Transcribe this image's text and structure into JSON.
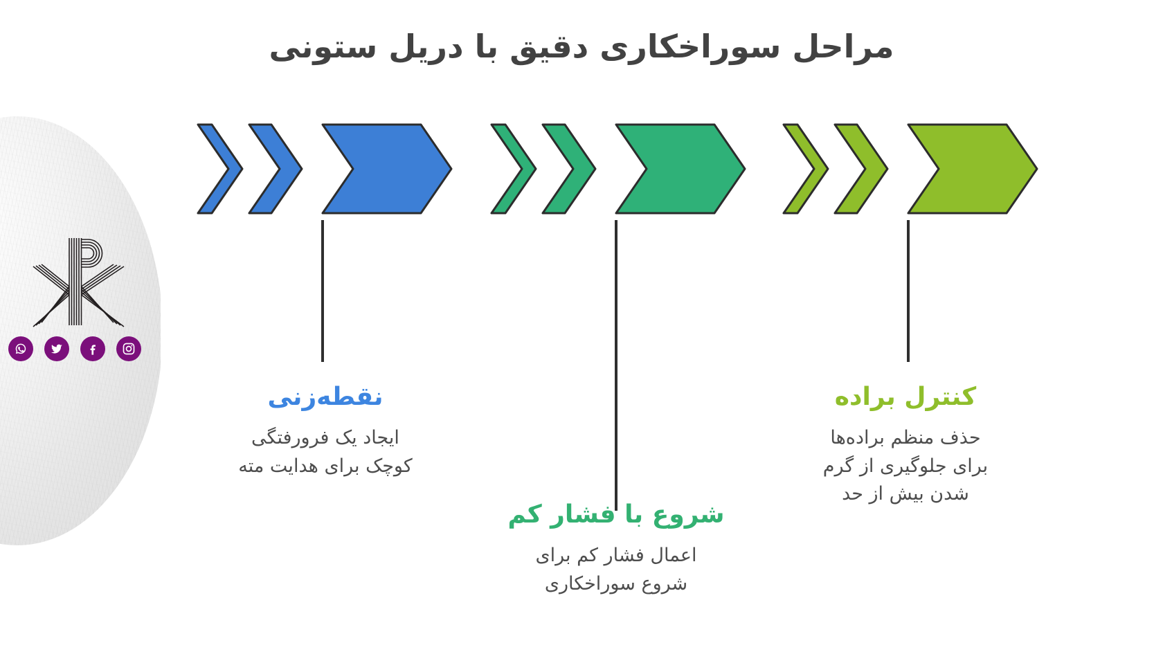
{
  "page": {
    "title": "مراحل سوراخکاری دقیق با دریل ستونی",
    "background_color": "#ffffff",
    "title_color": "#424242",
    "direction": "rtl"
  },
  "brand": {
    "logo_name": "kp-monogram-logo",
    "logo_color": "#231f20",
    "social_icon_color": "#7b0f7b",
    "social": [
      {
        "name": "instagram-icon",
        "label": "Instagram"
      },
      {
        "name": "facebook-icon",
        "label": "Facebook"
      },
      {
        "name": "twitter-icon",
        "label": "Twitter"
      },
      {
        "name": "whatsapp-icon",
        "label": "WhatsApp"
      }
    ]
  },
  "steps": [
    {
      "id": "step-1",
      "title": "نقطه‌زنی",
      "color": "#3d85e0",
      "desc_lines": [
        "ایجاد یک فرورفتگی",
        "کوچک برای هدایت مته"
      ]
    },
    {
      "id": "step-2",
      "title": "شروع با فشار کم",
      "color": "#33b172",
      "desc_lines": [
        "اعمال فشار کم برای",
        "شروع سوراخکاری"
      ]
    },
    {
      "id": "step-3",
      "title": "کنترل براده",
      "color": "#8fbe2b",
      "desc_lines": [
        "حذف منظم براده‌ها",
        "برای جلوگیری از گرم",
        "شدن بیش از حد"
      ]
    }
  ],
  "chevron_groups": [
    {
      "name": "chevron-group-blue",
      "color": "#3d7fd6",
      "stroke": "#2c2c2c"
    },
    {
      "name": "chevron-group-green",
      "color": "#2fb178",
      "stroke": "#2c2c2c"
    },
    {
      "name": "chevron-group-olive",
      "color": "#8fbe2b",
      "stroke": "#2c2c2c"
    }
  ]
}
